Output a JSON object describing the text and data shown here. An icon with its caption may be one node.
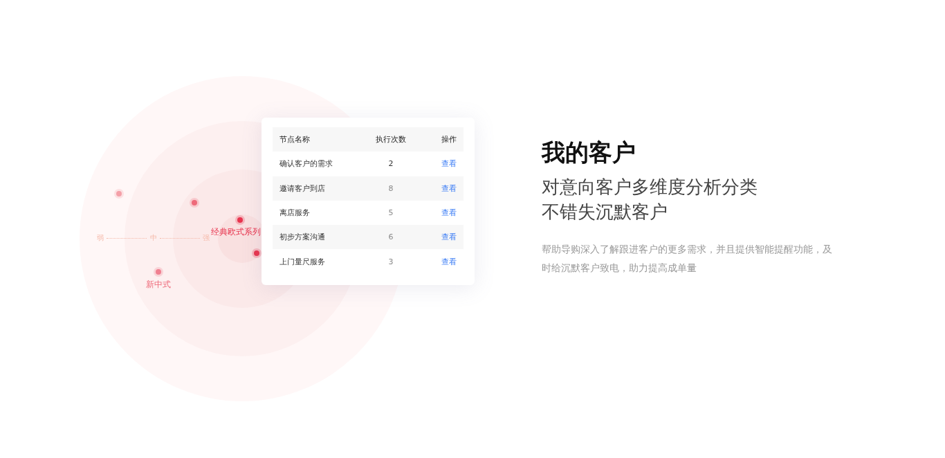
{
  "diagram": {
    "title": "我的客户",
    "labels": [
      "经典欧式系列",
      "新中式",
      "弱",
      "中",
      "强",
      "节点名称",
      "执行次数",
      "操作",
      "确认客户的需求",
      "2",
      "查看",
      "邀请客户到店",
      "8",
      "查看",
      "离店服务",
      "5",
      "查看",
      "初步方案沟通",
      "6",
      "查看",
      "上门量尺服务",
      "3",
      "查看",
      "对意向客户多维度分析分类不错失沉默客户",
      "帮助导购深入了解跟进客户的更多需求，并且提供智能提醒功能，及时给沉默客户致电，助力提高成单量"
    ]
  }
}
